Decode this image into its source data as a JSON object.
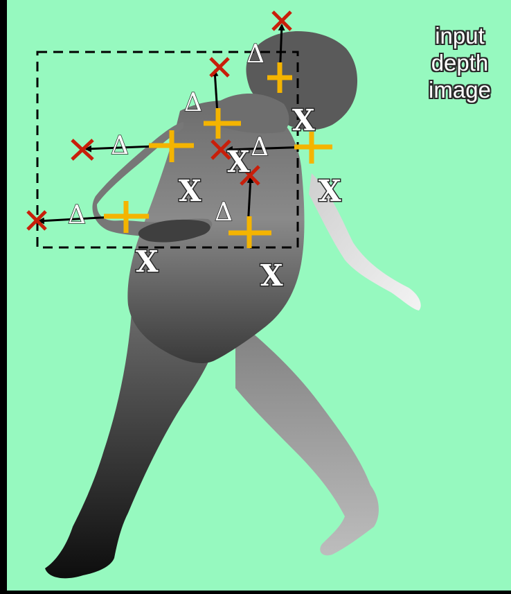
{
  "caption": {
    "lines": [
      "input",
      "depth",
      "image"
    ]
  },
  "symbols": {
    "offset": "Δ",
    "voxel": "X"
  },
  "colors": {
    "background": "#96f9bf",
    "frame": "#000000",
    "estimate_marker": "#f4b400",
    "target_marker": "#c81e0a",
    "offset_arrow": "#000000",
    "crop_box": "#000000",
    "label_fill": "#ffffff",
    "label_outline": "#2a2a2a"
  },
  "icons": {
    "estimate_marker": "plus-icon",
    "target_marker": "x-cross-icon"
  }
}
